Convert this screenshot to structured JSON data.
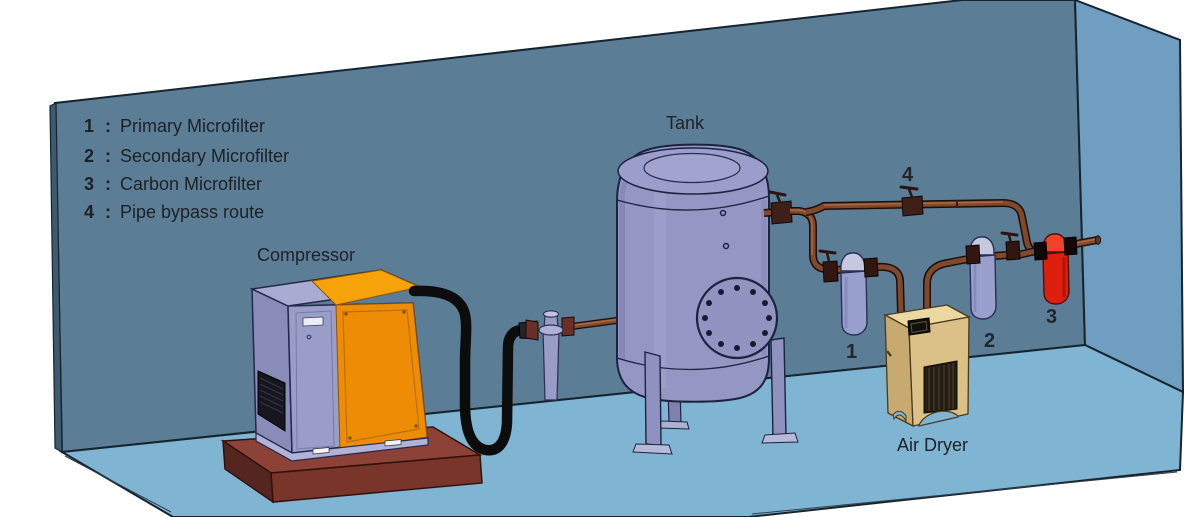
{
  "legend": {
    "sep": ":",
    "items": [
      {
        "num": "1",
        "label": "Primary Microfilter"
      },
      {
        "num": "2",
        "label": "Secondary Microfilter"
      },
      {
        "num": "3",
        "label": "Carbon Microfilter"
      },
      {
        "num": "4",
        "label": "Pipe bypass route"
      }
    ]
  },
  "labels": {
    "compressor": "Compressor",
    "tank": "Tank",
    "air_dryer": "Air Dryer"
  },
  "callouts": {
    "primary_filter": "1",
    "secondary_filter": "2",
    "carbon_filter": "3",
    "bypass": "4"
  },
  "colors": {
    "back_wall": "#5b7d96",
    "right_wall": "#6f9ec0",
    "floor": "#80b4d3",
    "tank_body": "#9496c4",
    "compressor_body": "#9b9dc9",
    "compressor_panel_orange": "#ee8d05",
    "plinth_maroon": "#7a352b",
    "air_dryer_tan": "#dbc087",
    "filter_body": "#9aa0cd",
    "carbon_filter_red": "#de1f0e",
    "pipe_copper": "#80492e",
    "hose_black": "#0c0c0c"
  }
}
